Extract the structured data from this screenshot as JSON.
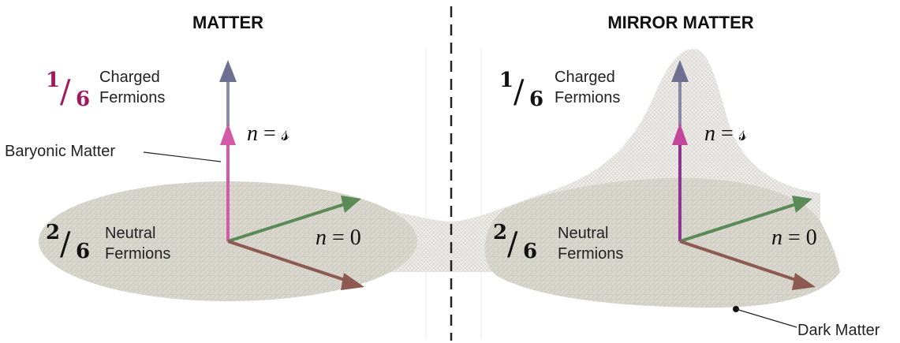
{
  "left_panel": {
    "title": "MATTER",
    "charged": {
      "numerator": "1",
      "denominator": "6",
      "line1": "Charged",
      "line2": "Fermions"
    },
    "neutral": {
      "numerator": "2",
      "denominator": "6",
      "line1": "Neutral",
      "line2": "Fermions"
    },
    "n_charged": {
      "var": "n",
      "rest": " = 𝓈"
    },
    "n_neutral": {
      "var": "n",
      "rest": " = 0"
    },
    "callout": "Baryonic Matter"
  },
  "right_panel": {
    "title": "MIRROR MATTER",
    "charged": {
      "numerator": "1",
      "denominator": "6",
      "line1": "Charged",
      "line2": "Fermions"
    },
    "neutral": {
      "numerator": "2",
      "denominator": "6",
      "line1": "Neutral",
      "line2": "Fermions"
    },
    "n_charged": {
      "var": "n",
      "rest": " = 𝓈"
    },
    "n_neutral": {
      "var": "n",
      "rest": " = 0"
    },
    "callout": "Dark Matter"
  },
  "colors": {
    "left_fraction": "#a0185e",
    "right_fraction": "#111111",
    "pink_arrow": "#d25aa6",
    "purple_arrow": "#8e3590",
    "blue_arrow": "#7a7a9c",
    "green_arrow": "#5a8a55",
    "brown_arrow": "#8c5a50",
    "blob_fill": "#d9d6cd",
    "blob_light": "#eceae5"
  }
}
